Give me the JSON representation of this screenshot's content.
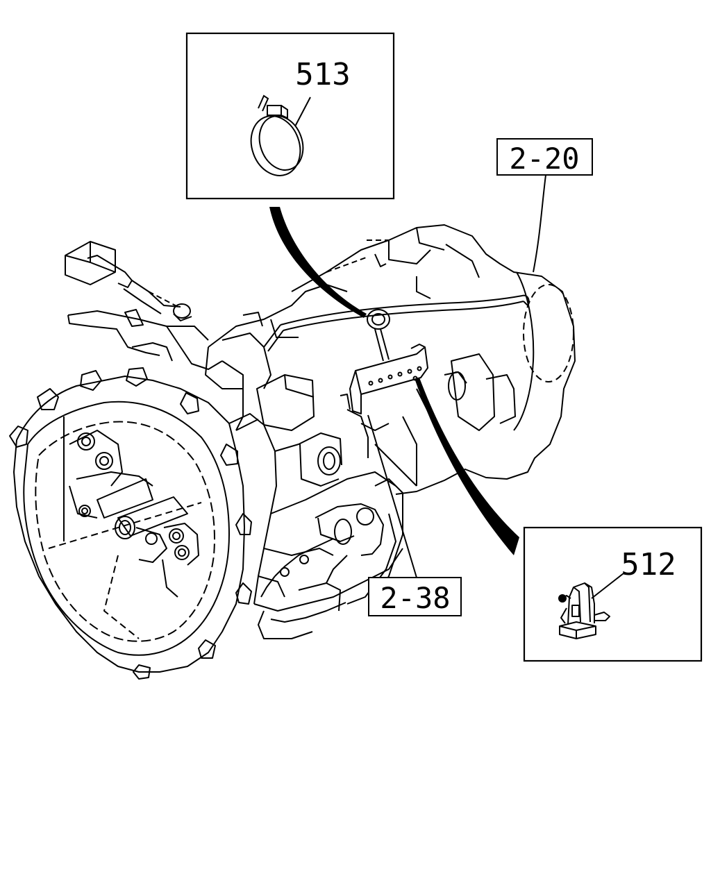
{
  "callouts": {
    "clamp": "513",
    "hose_ref": "2-20",
    "bracket_ref": "2-38",
    "clip": "512"
  },
  "colors": {
    "line": "#000000",
    "background": "#ffffff"
  }
}
